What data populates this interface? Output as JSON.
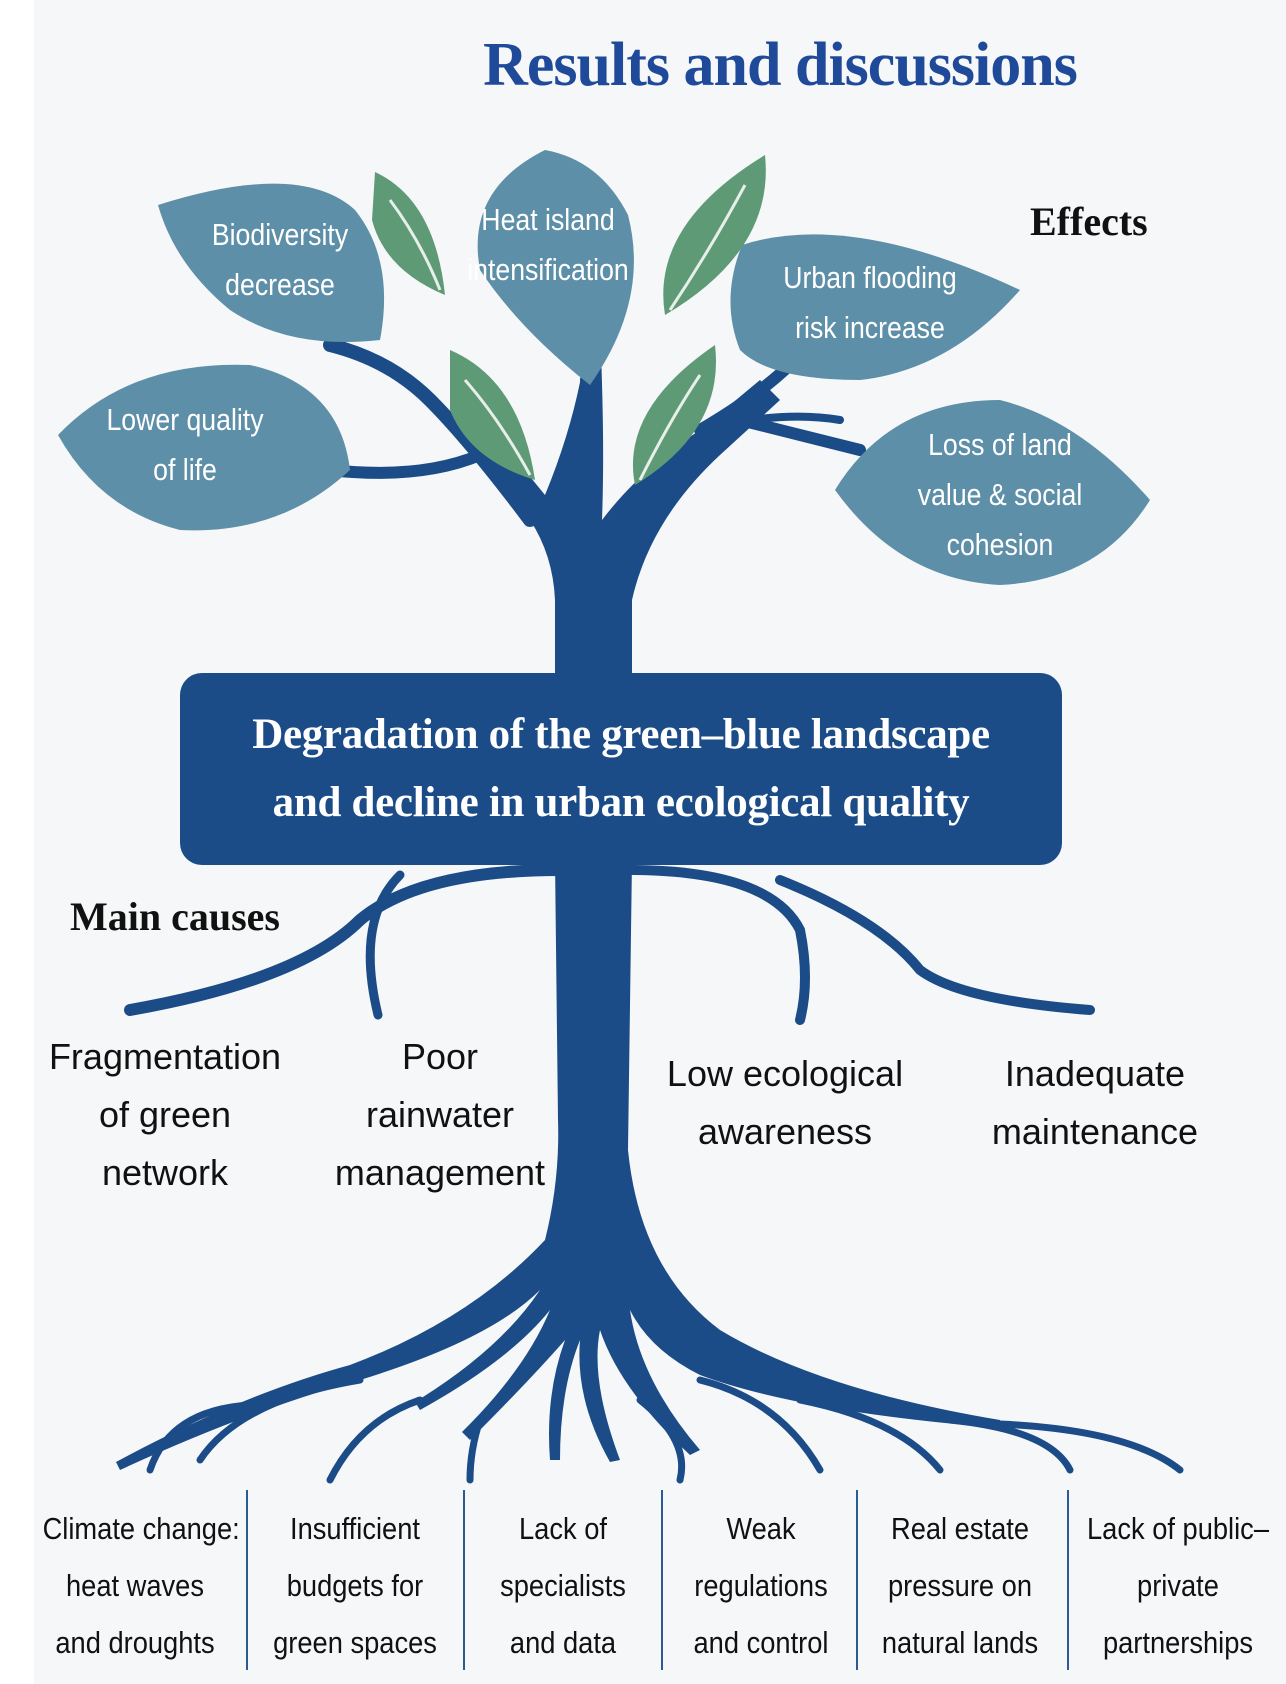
{
  "title": "Results and discussions",
  "effects_label": "Effects",
  "causes_label": "Main causes",
  "core_problem": [
    "Degradation of the green–blue landscape",
    "and decline in urban ecological quality"
  ],
  "effects": [
    {
      "lines": [
        "Biodiversity",
        "decrease"
      ]
    },
    {
      "lines": [
        "Heat island",
        "intensification"
      ]
    },
    {
      "lines": [
        "Urban flooding",
        "risk increase"
      ]
    },
    {
      "lines": [
        "Lower quality",
        "of life"
      ]
    },
    {
      "lines": [
        "Loss of land",
        "value & social",
        "cohesion"
      ]
    }
  ],
  "main_causes": [
    {
      "lines": [
        "Fragmentation",
        "of green",
        "network"
      ]
    },
    {
      "lines": [
        "Poor",
        "rainwater",
        "management"
      ]
    },
    {
      "lines": [
        "Low ecological",
        "awareness"
      ]
    },
    {
      "lines": [
        "Inadequate",
        "maintenance"
      ]
    }
  ],
  "root_causes": [
    {
      "lines": [
        "Climate change:",
        "heat waves",
        "and droughts"
      ]
    },
    {
      "lines": [
        "Insufficient",
        "budgets for",
        "green spaces"
      ]
    },
    {
      "lines": [
        "Lack of",
        "specialists",
        "and data"
      ]
    },
    {
      "lines": [
        "Weak",
        "regulations",
        "and control"
      ]
    },
    {
      "lines": [
        "Real estate",
        "pressure on",
        "natural lands"
      ]
    },
    {
      "lines": [
        "Lack of public–",
        "private",
        "partnerships"
      ]
    }
  ],
  "colors": {
    "trunk": "#1b4c87",
    "effect_leaf": "#5e8fa8",
    "decor_leaf": "#5f9a77",
    "title": "#1f4a9a"
  }
}
